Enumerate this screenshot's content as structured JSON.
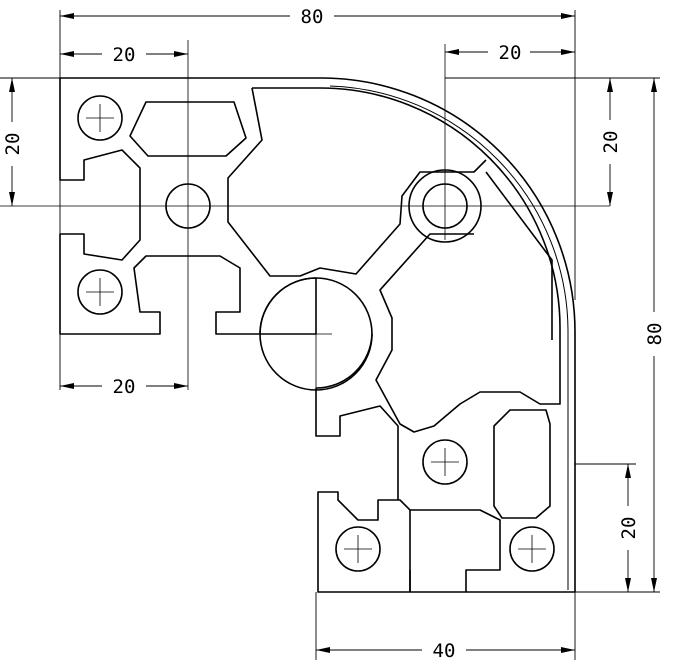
{
  "drawing": {
    "line_color": "#000000",
    "background": "#ffffff",
    "dimensions": {
      "overall_width": "80",
      "top_left_slot": "20",
      "top_right_slot": "20",
      "left_height": "20",
      "right_height_top": "20",
      "right_overall_height": "80",
      "left_lower": "20",
      "right_lower": "20",
      "bottom_width": "40"
    }
  }
}
